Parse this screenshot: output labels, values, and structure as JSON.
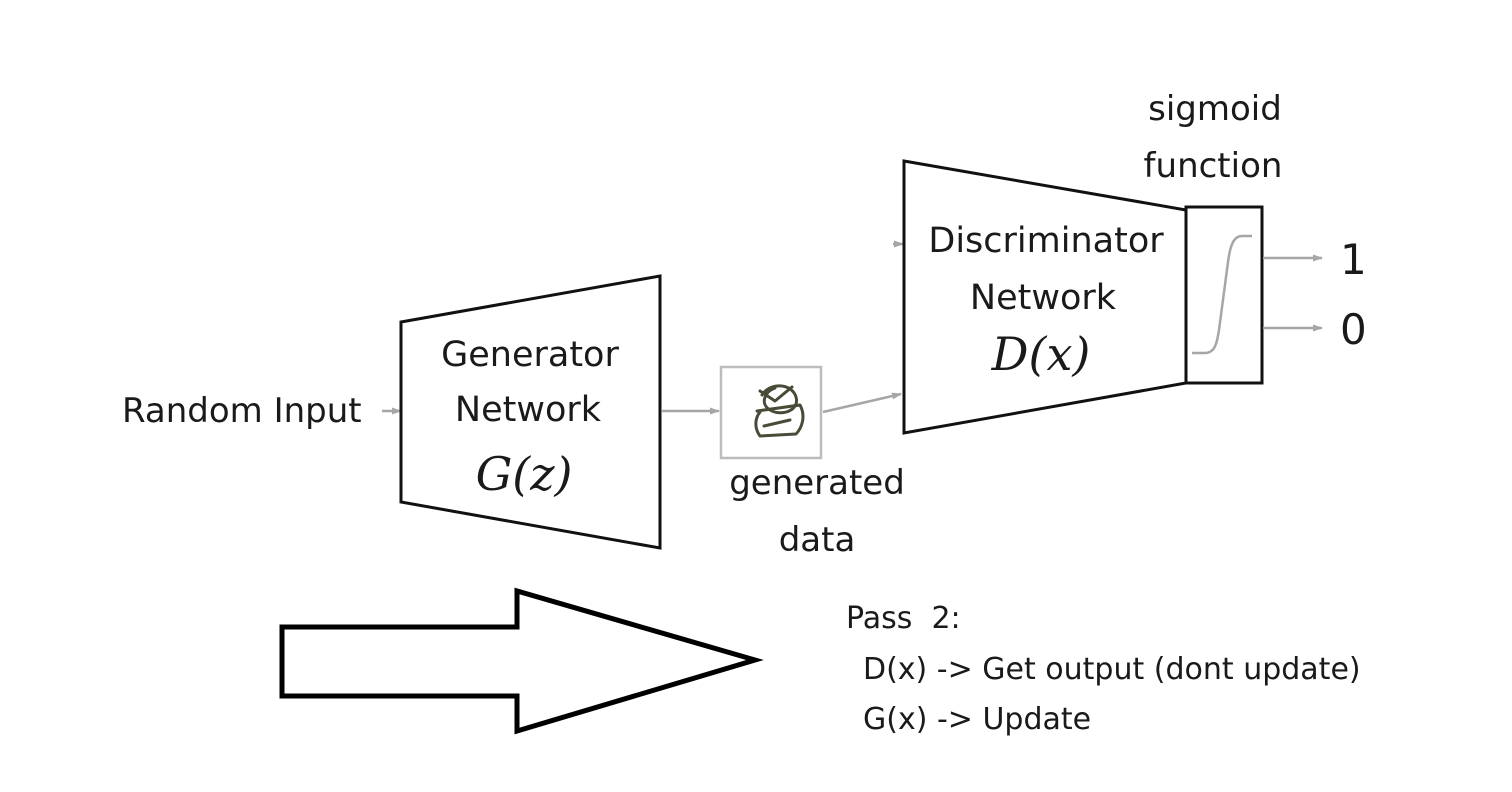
{
  "diagram": {
    "input_label": "Random Input",
    "generator": {
      "line1": "Generator",
      "line2": "Network",
      "formula": "G(z)"
    },
    "generated": {
      "line1": "generated",
      "line2": "data"
    },
    "discriminator": {
      "line1": "Discriminator",
      "line2": "Network",
      "formula": "D(x)"
    },
    "sigmoid": {
      "line1": "sigmoid",
      "line2": "function"
    },
    "outputs": {
      "one": "1",
      "zero": "0"
    },
    "notes": {
      "title": "Pass  2:",
      "line1": "D(x) -> Get output (dont update)",
      "line2": "G(x) -> Update"
    },
    "colors": {
      "stroke": "#111111",
      "flow": "#a6a6a6",
      "sketch": "#4a4a38"
    }
  }
}
